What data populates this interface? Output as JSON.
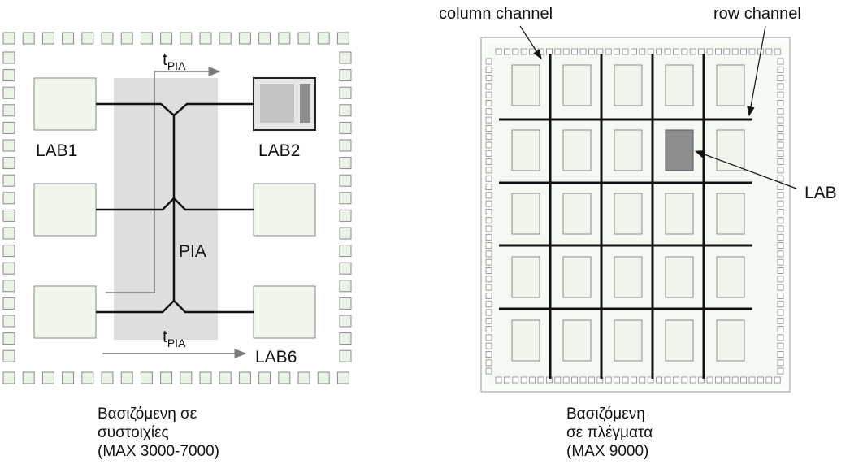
{
  "left_diagram": {
    "lab1": "LAB1",
    "lab2": "LAB2",
    "lab6": "LAB6",
    "pia": "PIA",
    "t_main": "t",
    "t_sub": "PIA",
    "caption": [
      "Βασιζόμενη σε",
      "συστοιχίες",
      "(MAX 3000-7000)"
    ]
  },
  "right_diagram": {
    "column_channel": "column channel",
    "row_channel": "row channel",
    "lab": "LAB",
    "caption": [
      "Βασιζόμενη",
      "σε πλέγματα",
      "(MAX 9000)"
    ]
  },
  "colors": {
    "pad_fill": "#e9f3e6",
    "pad_stroke": "#8a8a8a",
    "block_fill": "#eef6ec",
    "highlight_gray": "#d5d7d5",
    "lab_dark": "#8d8d8d",
    "line": "#111111",
    "arrow": "#7a7a7a"
  }
}
